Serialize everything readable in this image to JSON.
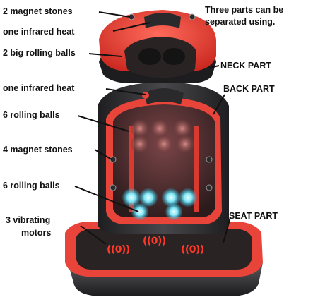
{
  "labels": {
    "magnet_top": "2 magnet stones",
    "infrared_top": "one infrared heat",
    "big_balls": "2 big rolling balls",
    "infrared_back": "one infrared heat",
    "rolling_upper": "6 rolling balls",
    "magnet_back": "4 magnet stones",
    "rolling_lower": "6 rolling balls",
    "vibrating_1": "3 vibrating",
    "vibrating_2": "motors"
  },
  "note": {
    "line1": "Three parts can be",
    "line2": "separated using."
  },
  "parts": {
    "neck": "NECK PART",
    "back": "BACK PART",
    "seat": "SEAT PART"
  },
  "vibration_marks": [
    "((0))",
    "((0))",
    "((0))"
  ],
  "colors": {
    "accent_red": "#e8443a",
    "dark_shell": "#2b2b2d",
    "mesh": "#4a2b2e",
    "ball_glow": "#5ad8f0"
  }
}
